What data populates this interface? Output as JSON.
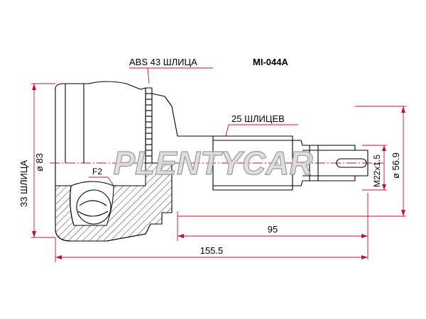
{
  "labels": {
    "abs_splines": "ABS 43 ШЛИЦА",
    "part_number": "MI-044A",
    "shaft_splines": "25 ШЛИЦЕВ",
    "outer_splines": "33 ШЛИЦА",
    "outer_diameter": "ø 83",
    "thread": "M22x1.5",
    "shaft_diameter": "ø 56.9",
    "flange_mark": "F2",
    "length_shaft": "95",
    "length_total": "155.5"
  },
  "watermark": {
    "text": "PLENTYCAR"
  },
  "colors": {
    "outline": "#000000",
    "dimension": "#c8102e",
    "watermark": "#d9d9d9",
    "watermark_outline": "#9a9a9a"
  }
}
